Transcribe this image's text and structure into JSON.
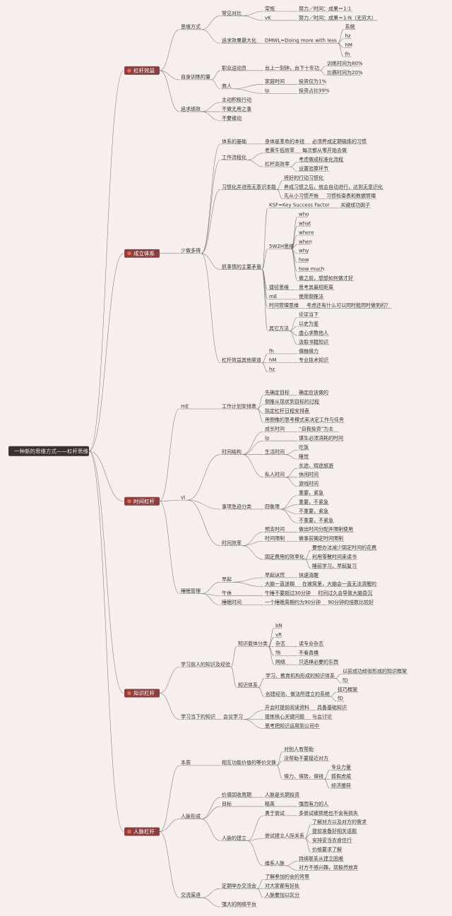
{
  "root": {
    "label": "一种新的思维方式——杠杆思维"
  },
  "branches": [
    {
      "label": "杠杆效益",
      "children": [
        {
          "label": "思维方式",
          "children": [
            {
              "label": "常见对比",
              "children": [
                {
                  "label": "常规",
                  "children": [
                    {
                      "label": "努力／时间：成果＝1:1"
                    }
                  ]
                },
                {
                  "label": "vK",
                  "children": [
                    {
                      "label": "努力／时间：成果＝1:N（无穷大）"
                    }
                  ]
                }
              ]
            },
            {
              "label": "追求效果最大化",
              "children": [
                {
                  "label": "DMWL=Doing more with less",
                  "children": [
                    {
                      "label": "系统"
                    },
                    {
                      "label": "hz"
                    },
                    {
                      "label": "hM"
                    },
                    {
                      "label": "fh"
                    }
                  ]
                }
              ]
            }
          ]
        },
        {
          "label": "自身训练的量",
          "children": [
            {
              "label": "职业运动员",
              "children": [
                {
                  "label": "台上一刻钟，台下十年功",
                  "children": [
                    {
                      "label": "训练时间为80%"
                    },
                    {
                      "label": "比赛时间为20%"
                    }
                  ]
                }
              ]
            },
            {
              "label": "商人",
              "children": [
                {
                  "label": "家庭时间",
                  "children": [
                    {
                      "label": "投资仅为1%"
                    }
                  ]
                },
                {
                  "label": "lp",
                  "children": [
                    {
                      "label": "投资占比99%"
                    }
                  ]
                }
              ]
            }
          ]
        },
        {
          "label": "追求绩效",
          "children": [
            {
              "label": "主动积极行动"
            },
            {
              "label": "不做无用之事"
            },
            {
              "label": "不要被动"
            }
          ]
        }
      ]
    },
    {
      "label": "成立体系",
      "children": [
        {
          "label": "少做多得",
          "children": [
            {
              "label": "体系的基础",
              "children": [
                {
                  "label": "身体是革命的本钱",
                  "children": [
                    {
                      "label": "必须养成定期锻炼的习惯"
                    }
                  ]
                }
              ]
            },
            {
              "label": "工作流程化",
              "children": [
                {
                  "label": "老黄牛低效率",
                  "children": [
                    {
                      "label": "每次都从零开始去做"
                    }
                  ]
                },
                {
                  "label": "杠杆高效率",
                  "children": [
                    {
                      "label": "考虑做成标准化流程"
                    },
                    {
                      "label": "设置验算环节"
                    }
                  ]
                }
              ]
            },
            {
              "label": "习惯化并进而无意识本能",
              "children": [
                {
                  "label": "将好的行动习惯化"
                },
                {
                  "label": "养成习惯之后，就会自动进行，达到无意识化"
                },
                {
                  "label": "先从小习惯开始",
                  "children": [
                    {
                      "label": "习惯检查表和数据管理"
                    }
                  ]
                }
              ]
            },
            {
              "label": "抓事情的主要矛盾",
              "children": [
                {
                  "label": "KSF=Key Success Factor",
                  "children": [
                    {
                      "label": "关键成功因子"
                    }
                  ]
                },
                {
                  "label": "5W2H思维",
                  "children": [
                    {
                      "label": "who"
                    },
                    {
                      "label": "what"
                    },
                    {
                      "label": "where"
                    },
                    {
                      "label": "when"
                    },
                    {
                      "label": "why"
                    },
                    {
                      "label": "how"
                    },
                    {
                      "label": "how much"
                    },
                    {
                      "label": "做之前，想想如何做才好"
                    }
                  ]
                },
                {
                  "label": "捷径思维",
                  "children": [
                    {
                      "label": "思考其最短距离"
                    }
                  ]
                },
                {
                  "label": "mE",
                  "children": [
                    {
                      "label": "使用倒推法"
                    }
                  ]
                },
                {
                  "label": "时间管理思维",
                  "children": [
                    {
                      "label": "考虑还有什么可以同时能同时做到的？"
                    }
                  ]
                },
                {
                  "label": "其它方法",
                  "children": [
                    {
                      "label": "论证当下"
                    },
                    {
                      "label": "以史为鉴"
                    },
                    {
                      "label": "虚心求教他人"
                    },
                    {
                      "label": "汲取书籍知识"
                    }
                  ]
                }
              ]
            },
            {
              "label": "杠杆效益其他渠道",
              "children": [
                {
                  "label": "fh",
                  "children": [
                    {
                      "label": "借融借力"
                    }
                  ]
                },
                {
                  "label": "hM",
                  "children": [
                    {
                      "label": "专业技术知识"
                    }
                  ]
                },
                {
                  "label": "hz"
                }
              ]
            }
          ]
        }
      ]
    },
    {
      "label": "时间杠杆",
      "children": [
        {
          "label": "mE",
          "children": [
            {
              "label": "工作计划安排表",
              "children": [
                {
                  "label": "先确定目标",
                  "children": [
                    {
                      "label": "确定应该做的"
                    }
                  ]
                },
                {
                  "label": "倒推从现状到目标的过程"
                },
                {
                  "label": "拟定杠杆日程安排表"
                },
                {
                  "label": "用倒推的思考模式来决定工作与任务"
                }
              ]
            }
          ]
        },
        {
          "label": "vI",
          "children": [
            {
              "label": "时间结构",
              "children": [
                {
                  "label": "成长时间",
                  "children": [
                    {
                      "label": "“自我投资”为主"
                    }
                  ]
                },
                {
                  "label": "lp",
                  "children": [
                    {
                      "label": "谋生必须消耗的时间"
                    }
                  ]
                },
                {
                  "label": "生活时间",
                  "children": [
                    {
                      "label": "吃饭"
                    },
                    {
                      "label": "睡觉"
                    }
                  ]
                },
                {
                  "label": "私人时间",
                  "children": [
                    {
                      "label": "长途、短途旅游"
                    },
                    {
                      "label": "休闲时间"
                    },
                    {
                      "label": "游戏时间"
                    }
                  ]
                }
              ]
            },
            {
              "label": "事项急迫分类",
              "children": [
                {
                  "label": "四象限",
                  "children": [
                    {
                      "label": "重要，紧急"
                    },
                    {
                      "label": "重要，不紧急"
                    },
                    {
                      "label": "不重要，紧急"
                    },
                    {
                      "label": "不重要，不紧急"
                    }
                  ]
                }
              ]
            },
            {
              "label": "时间效率",
              "children": [
                {
                  "label": "预支时间",
                  "children": [
                    {
                      "label": "做出时间分配并限制使用"
                    }
                  ]
                },
                {
                  "label": "时间限制",
                  "children": [
                    {
                      "label": "做事前确定时间限制"
                    }
                  ]
                },
                {
                  "label": "固定费用的效率化",
                  "children": [
                    {
                      "label": "要想办法减少固定时间的花费"
                    },
                    {
                      "label": "利用零散时间来读书"
                    },
                    {
                      "label": "睡前学习，早起复习"
                    }
                  ]
                }
              ]
            }
          ]
        },
        {
          "label": "睡眠管理",
          "children": [
            {
              "label": "早起",
              "children": [
                {
                  "label": "早起诀窍",
                  "children": [
                    {
                      "label": "快速清醒"
                    }
                  ]
                },
                {
                  "label": "大脑一直迷糊",
                  "children": [
                    {
                      "label": "在被窝里，大脑会一直无法清醒的"
                    }
                  ]
                }
              ]
            },
            {
              "label": "午休",
              "children": [
                {
                  "label": "午睡不要超过30分钟",
                  "children": [
                    {
                      "label": "时间过久会导致大脑昏沉"
                    }
                  ]
                }
              ]
            },
            {
              "label": "睡眠时间",
              "children": [
                {
                  "label": "一个睡眠周期约为90分钟",
                  "children": [
                    {
                      "label": "90分钟的倍数比较好"
                    }
                  ]
                }
              ]
            }
          ]
        }
      ]
    },
    {
      "label": "知识杠杆",
      "children": [
        {
          "label": "学习前人的知识及经验",
          "children": [
            {
              "label": "知识载体分类",
              "children": [
                {
                  "label": "bN"
                },
                {
                  "label": "vR"
                },
                {
                  "label": "杂志",
                  "children": [
                    {
                      "label": "读专业杂志"
                    }
                  ]
                },
                {
                  "label": "fB",
                  "children": [
                    {
                      "label": "不看直播"
                    }
                  ]
                },
                {
                  "label": "网络",
                  "children": [
                    {
                      "label": "只选择必要的东西"
                    }
                  ]
                }
              ]
            },
            {
              "label": "知识体系",
              "children": [
                {
                  "label": "学习、教育机构形成的知识体系",
                  "children": [
                    {
                      "label": "以前成功经验形成的知识框架"
                    },
                    {
                      "label": "fD"
                    }
                  ]
                },
                {
                  "label": "创建经验、做法所建立的系统",
                  "children": [
                    {
                      "label": "技巧框架"
                    },
                    {
                      "label": "fD"
                    }
                  ]
                }
              ]
            }
          ]
        },
        {
          "label": "学习当下的知识",
          "children": [
            {
              "label": "会议学习",
              "children": [
                {
                  "label": "开会时提前阅读资料",
                  "children": [
                    {
                      "label": "具备基础知识"
                    }
                  ]
                },
                {
                  "label": "提炼核心关键问题",
                  "children": [
                    {
                      "label": "与会讨论"
                    }
                  ]
                },
                {
                  "label": "思考把知识运用到公司中"
                }
              ]
            }
          ]
        }
      ]
    },
    {
      "label": "人脉杠杆",
      "children": [
        {
          "label": "本质",
          "children": [
            {
              "label": "相互功能价值的等价交换",
              "children": [
                {
                  "label": "对别人有帮助"
                },
                {
                  "label": "没帮助不要接近对方"
                },
                {
                  "label": "借力、借势、借钱",
                  "children": [
                    {
                      "label": "专业力量"
                    },
                    {
                      "label": "狐假虎威"
                    },
                    {
                      "label": "经济援转"
                    }
                  ]
                }
              ]
            }
          ]
        },
        {
          "label": "人脉形成",
          "children": [
            {
              "label": "价值回收周期",
              "children": [
                {
                  "label": "人脉是长期投资"
                }
              ]
            },
            {
              "label": "目标",
              "children": [
                {
                  "label": "精英",
                  "children": [
                    {
                      "label": "强而有力的人"
                    }
                  ]
                }
              ]
            },
            {
              "label": "人脉的建立",
              "children": [
                {
                  "label": "勇于尝试",
                  "children": [
                    {
                      "label": "多尝试被拒绝也不会有损失"
                    }
                  ]
                },
                {
                  "label": "尝试建立人际关系",
                  "children": [
                    {
                      "label": "了解对方以及对方的需求"
                    },
                    {
                      "label": "提前准备好相关话题"
                    },
                    {
                      "label": "安排妥当衣食住行"
                    },
                    {
                      "label": "价格要求了解"
                    }
                  ]
                },
                {
                  "label": "维系人脉",
                  "children": [
                    {
                      "label": "持续联系从建立困难"
                    },
                    {
                      "label": "对方不感兴趣，就毅然放弃"
                    }
                  ]
                }
              ]
            }
          ]
        },
        {
          "label": "交流渠道",
          "children": [
            {
              "label": "定期举办交流会",
              "children": [
                {
                  "label": "了解参加的会的背景"
                },
                {
                  "label": "对大家都有好处"
                },
                {
                  "label": "人脉要加以区分"
                }
              ]
            },
            {
              "label": "强大的网络平台"
            }
          ]
        }
      ]
    }
  ]
}
